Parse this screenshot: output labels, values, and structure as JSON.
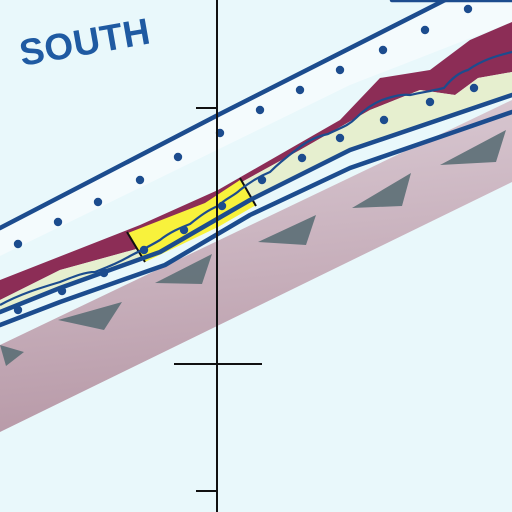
{
  "diagram": {
    "label": "SOUTH",
    "colors": {
      "background": "#e9f8fb",
      "outline": "#1c4c8e",
      "label": "#1f5aa2",
      "red_layer": "#8c2d56",
      "pale_layer": "#e6efcf",
      "highlight": "#f8f23c",
      "slab": "#b89aa8",
      "slab_light": "#dccdd6",
      "arrow": "#5c6f76",
      "axis": "#111111"
    },
    "icons": [
      "dot-marker",
      "triangle-arrow"
    ]
  }
}
